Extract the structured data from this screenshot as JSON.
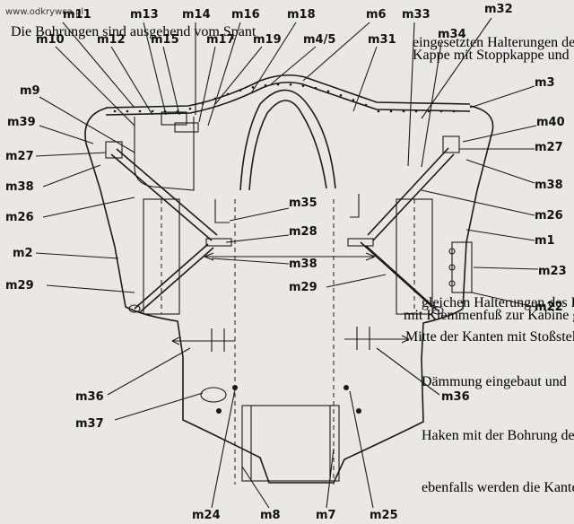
{
  "watermark": "www.odkrywca.pl",
  "background_text": [
    "Die Bohrungen sind ausgehend vom Spant",
    "eingesetzten Halterungen der Kanzlei",
    "Kappe mit Stoppkappe und",
    "gleichen Halterungen des Kabins",
    "mit Klemmenfuß zur Kabine gebracht",
    "Mitte der Kanten mit Stoßstellen versehen",
    "Dämmung eingebaut und",
    "Haken mit der Bohrung des Kanzelrahmens",
    "ebenfalls werden die Kanten"
  ],
  "labels": [
    {
      "id": "m11",
      "text": "m11"
    },
    {
      "id": "m13",
      "text": "m13"
    },
    {
      "id": "m14",
      "text": "m14"
    },
    {
      "id": "m16",
      "text": "m16"
    },
    {
      "id": "m18",
      "text": "m18"
    },
    {
      "id": "m6",
      "text": "m6"
    },
    {
      "id": "m33",
      "text": "m33"
    },
    {
      "id": "m32",
      "text": "m32"
    },
    {
      "id": "m10",
      "text": "m10"
    },
    {
      "id": "m12",
      "text": "m12"
    },
    {
      "id": "m15",
      "text": "m15"
    },
    {
      "id": "m17",
      "text": "m17"
    },
    {
      "id": "m19",
      "text": "m19"
    },
    {
      "id": "m4_5",
      "text": "m4/5"
    },
    {
      "id": "m31",
      "text": "m31"
    },
    {
      "id": "m34",
      "text": "m34"
    },
    {
      "id": "m9",
      "text": "m9"
    },
    {
      "id": "m3",
      "text": "m3"
    },
    {
      "id": "m39",
      "text": "m39"
    },
    {
      "id": "m40",
      "text": "m40"
    },
    {
      "id": "m27_l",
      "text": "m27"
    },
    {
      "id": "m27_r",
      "text": "m27"
    },
    {
      "id": "m38_l",
      "text": "m38"
    },
    {
      "id": "m38_r",
      "text": "m38"
    },
    {
      "id": "m26_l",
      "text": "m26"
    },
    {
      "id": "m26_r",
      "text": "m26"
    },
    {
      "id": "m35",
      "text": "m35"
    },
    {
      "id": "m2",
      "text": "m2"
    },
    {
      "id": "m1",
      "text": "m1"
    },
    {
      "id": "m28",
      "text": "m28"
    },
    {
      "id": "m23",
      "text": "m23"
    },
    {
      "id": "m38_c",
      "text": "m38"
    },
    {
      "id": "m29_l",
      "text": "m29"
    },
    {
      "id": "m29_r",
      "text": "m29"
    },
    {
      "id": "m22",
      "text": "m22"
    },
    {
      "id": "m36_l",
      "text": "m36"
    },
    {
      "id": "m36_r",
      "text": "m36"
    },
    {
      "id": "m37",
      "text": "m37"
    },
    {
      "id": "m24",
      "text": "m24"
    },
    {
      "id": "m8",
      "text": "m8"
    },
    {
      "id": "m7",
      "text": "m7"
    },
    {
      "id": "m25",
      "text": "m25"
    }
  ]
}
